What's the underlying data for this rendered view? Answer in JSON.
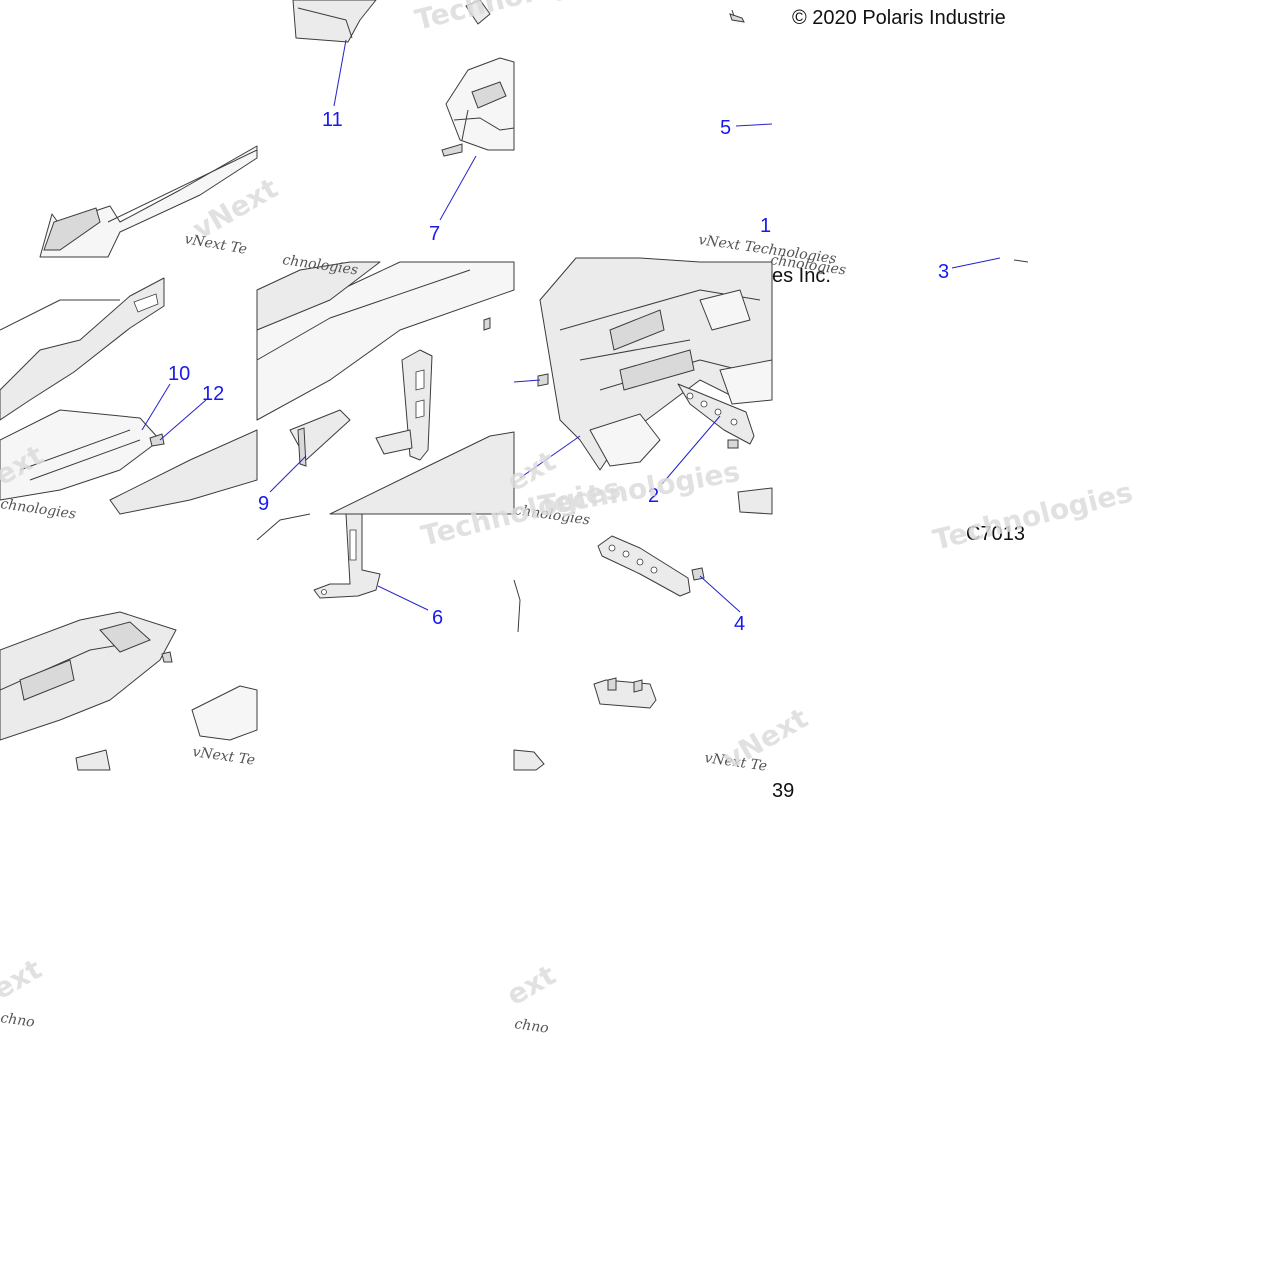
{
  "copyright": "© 2020 Polaris Industries Inc.",
  "copyright_fragment_1": "© 2020 Polaris Industrie",
  "copyright_fragment_2": "es Inc.",
  "drawing_code_fragment_1": "C7013",
  "drawing_code_fragment_2": "39",
  "watermark": {
    "word_large": "Technologies",
    "word_next": "vNext",
    "word_ext": "ext",
    "caption": "vNext Technologies",
    "caption_short": "vNext Te",
    "caption_frag": "chnologies",
    "caption_frag2": "chno"
  },
  "callouts": [
    {
      "id": "1",
      "label": "1"
    },
    {
      "id": "2",
      "label": "2"
    },
    {
      "id": "3",
      "label": "3"
    },
    {
      "id": "4",
      "label": "4"
    },
    {
      "id": "5",
      "label": "5"
    },
    {
      "id": "6",
      "label": "6"
    },
    {
      "id": "7",
      "label": "7"
    },
    {
      "id": "9",
      "label": "9"
    },
    {
      "id": "10",
      "label": "10"
    },
    {
      "id": "11",
      "label": "11"
    },
    {
      "id": "12",
      "label": "12"
    }
  ],
  "colors": {
    "callout_text": "#1a1aee",
    "leader_line": "#2222cc",
    "part_fill": "#ebebeb",
    "outline": "#3c3c3c",
    "watermark": "#dcdcdc"
  }
}
